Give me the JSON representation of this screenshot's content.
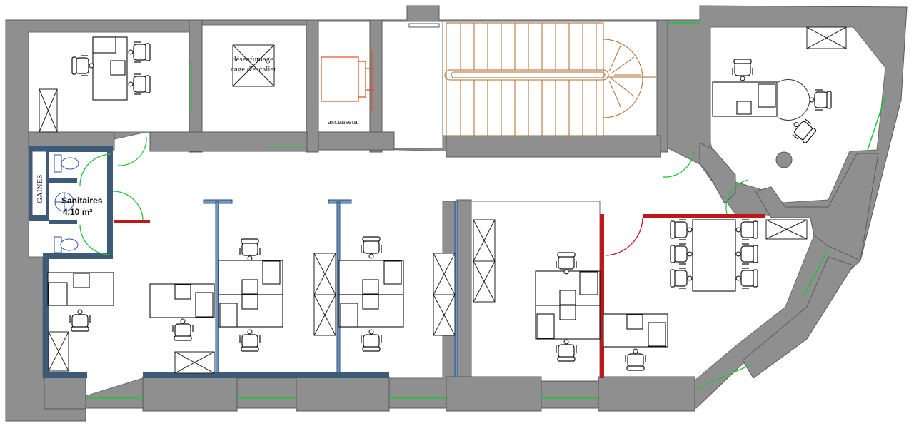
{
  "labels": {
    "smoke_line1": "désenfumage",
    "smoke_line2": "cage d'escalier",
    "elevator": "ascenseur",
    "ducts": "GAINES",
    "sanitary_title": "Sanitaires",
    "sanitary_area": "4,10 m²"
  },
  "colors": {
    "wall": "#8f8f8f",
    "window": "#21c43a",
    "partition_blue": "#3d5a78",
    "partition_red": "#c01818",
    "stairs": "#b06a2e",
    "elevator": "#e0521f"
  }
}
